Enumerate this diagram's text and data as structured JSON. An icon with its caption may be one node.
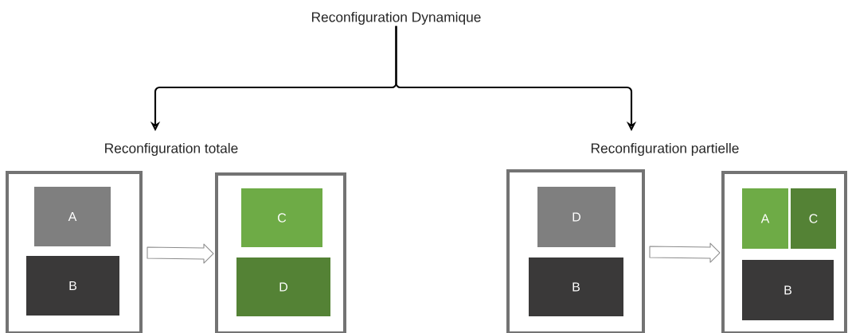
{
  "diagram": {
    "nodes": [
      {
        "text": [
          "Reconfiguration Dynamique"
        ]
      },
      {
        "text": [
          "Reconfiguration totale"
        ]
      },
      {
        "text": [
          "Reconfiguration partielle"
        ]
      },
      {
        "text": [],
        "shape": "box"
      },
      {
        "text": [
          "A"
        ],
        "in": 3
      },
      {
        "text": [
          "B"
        ],
        "in": 3
      },
      {
        "text": [],
        "shape": "box"
      },
      {
        "text": [
          "C"
        ],
        "in": 6
      },
      {
        "text": [
          "D"
        ],
        "in": 6
      },
      {
        "text": [],
        "shape": "box"
      },
      {
        "text": [
          "D"
        ],
        "in": 9
      },
      {
        "text": [
          "B"
        ],
        "in": 9
      },
      {
        "text": [],
        "shape": "box"
      },
      {
        "text": [
          "A"
        ],
        "in": 12
      },
      {
        "text": [
          "C"
        ],
        "in": 12
      },
      {
        "text": [
          "B"
        ],
        "in": 12
      }
    ],
    "edges": [
      {
        "from": 0,
        "to": 1,
        "arrow": "to"
      },
      {
        "from": 0,
        "to": 2,
        "arrow": "to"
      },
      {
        "from": 3,
        "to": 6,
        "arrow": "to",
        "style": "thick"
      },
      {
        "from": 9,
        "to": 12,
        "arrow": "to",
        "style": "thick"
      }
    ]
  }
}
